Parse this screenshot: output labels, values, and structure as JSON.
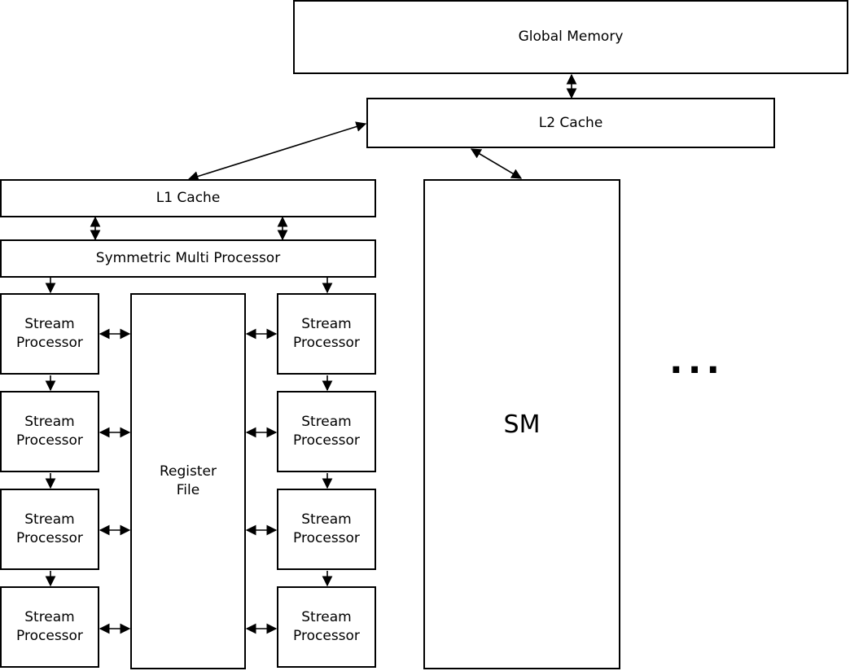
{
  "global_memory": "Global Memory",
  "l2_cache": "L2 Cache",
  "l1_cache": "L1 Cache",
  "smp": "Symmetric Multi Processor",
  "register_file": [
    "Register",
    "File"
  ],
  "sm": "SM",
  "ellipsis": "...",
  "stream_processor": [
    "Stream",
    "Processor"
  ]
}
